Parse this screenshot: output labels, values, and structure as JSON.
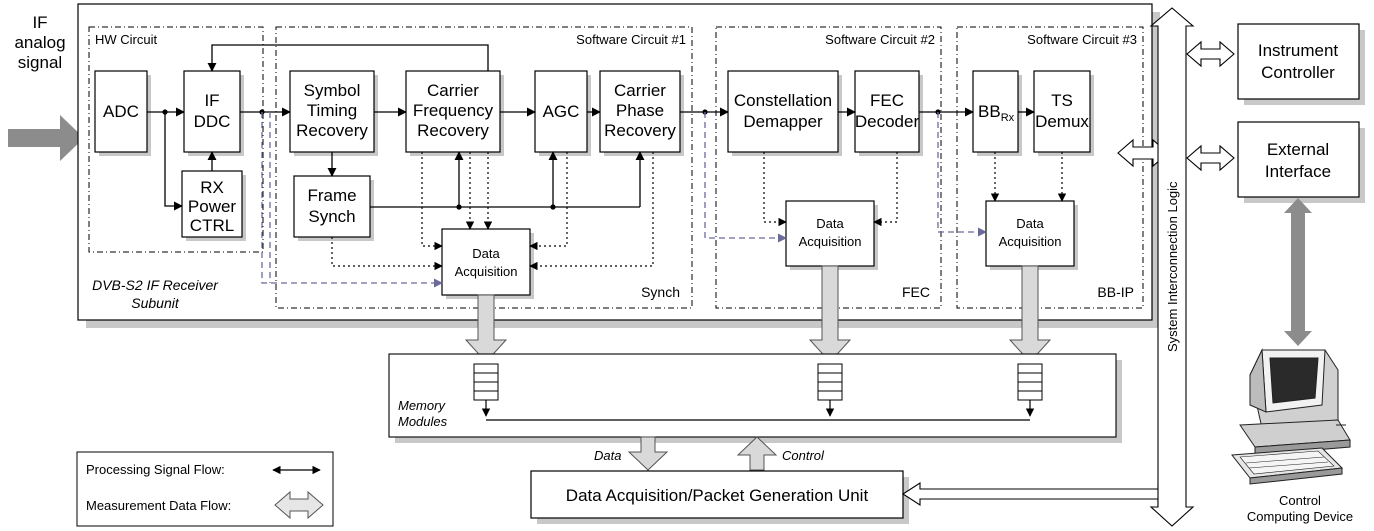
{
  "input": {
    "line1": "IF",
    "line2": "analog",
    "line3": "signal"
  },
  "receiver": {
    "title_line1": "DVB-S2 IF Receiver",
    "title_line2": "Subunit"
  },
  "regions": {
    "hw": "HW Circuit",
    "sw1": "Software Circuit #1",
    "sw2": "Software Circuit #2",
    "sw3": "Software Circuit #3",
    "synch": "Synch",
    "fec": "FEC",
    "bbip": "BB-IP"
  },
  "blocks": {
    "adc": "ADC",
    "ifddc": [
      "IF",
      "DDC"
    ],
    "rxpower": [
      "RX",
      "Power",
      "CTRL"
    ],
    "str": [
      "Symbol",
      "Timing",
      "Recovery"
    ],
    "cfr": [
      "Carrier",
      "Frequency",
      "Recovery"
    ],
    "agc": "AGC",
    "cpr": [
      "Carrier",
      "Phase",
      "Recovery"
    ],
    "frame": [
      "Frame",
      "Synch"
    ],
    "constellation": [
      "Constellation",
      "Demapper"
    ],
    "fecdec": [
      "FEC",
      "Decoder"
    ],
    "bbrx": {
      "main": "BB",
      "sub": "Rx"
    },
    "tsdemux": [
      "TS",
      "Demux"
    ],
    "daq": [
      "Data",
      "Acquisition"
    ]
  },
  "memory": {
    "line1": "Memory",
    "line2": "Modules"
  },
  "bus": {
    "data": "Data",
    "control": "Control"
  },
  "packet_unit": "Data Acquisition/Packet Generation Unit",
  "sys_logic": "System Interconnection Logic",
  "instrument": [
    "Instrument",
    "Controller"
  ],
  "external": [
    "External",
    "Interface"
  ],
  "computer": [
    "Control",
    "Computing Device"
  ],
  "legend": {
    "processing": "Processing Signal Flow:",
    "measurement": "Measurement Data Flow:"
  },
  "colors": {
    "dashed_measure": "#6b6b9b",
    "fat_arrow": "#c8c8c8",
    "host_arrow": "#8c8c8c"
  },
  "icons": {
    "computer": "desktop-computer-icon"
  }
}
